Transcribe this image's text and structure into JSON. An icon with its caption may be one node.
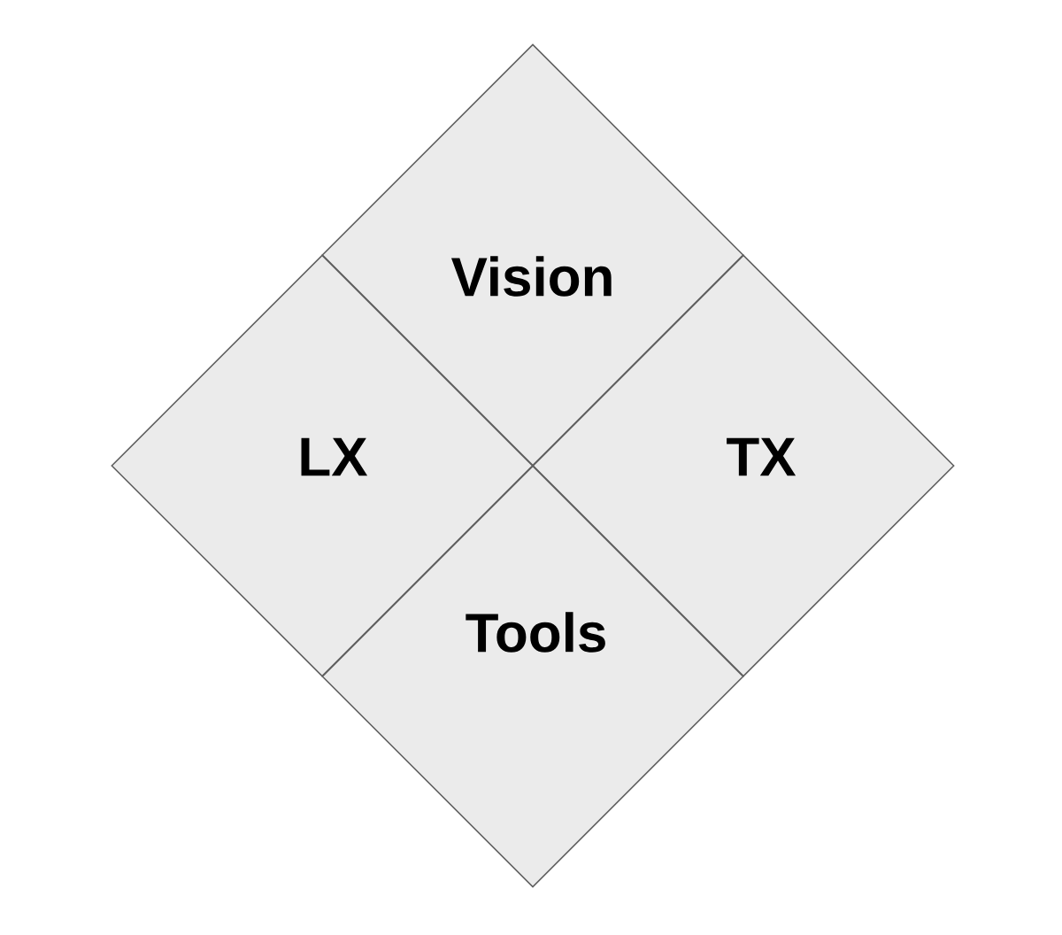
{
  "diagram": {
    "nodes": [
      {
        "text": [
          "Vision"
        ]
      },
      {
        "text": [
          "LX"
        ]
      },
      {
        "text": [
          "TX"
        ]
      },
      {
        "text": [
          "Tools"
        ]
      }
    ]
  }
}
